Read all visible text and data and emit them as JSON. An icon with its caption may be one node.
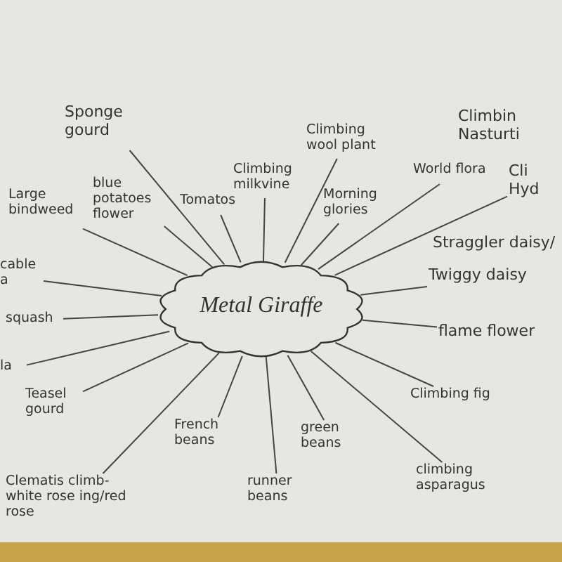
{
  "diagram": {
    "nodes": [
      {
        "text": [
          "Metal Giraffe"
        ]
      },
      {
        "text": [
          "Sponge gourd"
        ]
      },
      {
        "text": [
          "blue potatoes flower"
        ]
      },
      {
        "text": [
          "Large bindweed"
        ]
      },
      {
        "text": [
          "Tomatos"
        ]
      },
      {
        "text": [
          "Climbing milkvine"
        ]
      },
      {
        "text": [
          "Climbing wool plant"
        ]
      },
      {
        "text": [
          "Morning glories"
        ]
      },
      {
        "text": [
          "World flora"
        ]
      },
      {
        "text": [
          "Cli Hyd"
        ]
      },
      {
        "text": [
          "Twiggy daisy"
        ]
      },
      {
        "text": [
          "flame flower"
        ]
      },
      {
        "text": [
          "Climbing fig"
        ]
      },
      {
        "text": [
          "climbing asparagus"
        ]
      },
      {
        "text": [
          "green beans"
        ]
      },
      {
        "text": [
          "runner beans"
        ]
      },
      {
        "text": [
          "French beans"
        ]
      },
      {
        "text": [
          "Clematis climb-white rose ing/red rose"
        ]
      },
      {
        "text": [
          "Teasel gourd"
        ]
      },
      {
        "text": [
          "la"
        ]
      },
      {
        "text": [
          "squash"
        ]
      },
      {
        "text": [
          "cable a"
        ]
      }
    ],
    "edges": [
      {
        "from": 0,
        "to": 1,
        "arrow": "none"
      },
      {
        "from": 0,
        "to": 2,
        "arrow": "none"
      },
      {
        "from": 0,
        "to": 3,
        "arrow": "none"
      },
      {
        "from": 0,
        "to": 4,
        "arrow": "none"
      },
      {
        "from": 0,
        "to": 5,
        "arrow": "none"
      },
      {
        "from": 0,
        "to": 6,
        "arrow": "none"
      },
      {
        "from": 0,
        "to": 7,
        "arrow": "none"
      },
      {
        "from": 0,
        "to": 8,
        "arrow": "none"
      },
      {
        "from": 0,
        "to": 9,
        "arrow": "none"
      },
      {
        "from": 0,
        "to": 10,
        "arrow": "none"
      },
      {
        "from": 0,
        "to": 11,
        "arrow": "none"
      },
      {
        "from": 0,
        "to": 12,
        "arrow": "none"
      },
      {
        "from": 0,
        "to": 13,
        "arrow": "none"
      },
      {
        "from": 0,
        "to": 14,
        "arrow": "none"
      },
      {
        "from": 0,
        "to": 15,
        "arrow": "none"
      },
      {
        "from": 0,
        "to": 16,
        "arrow": "none"
      },
      {
        "from": 0,
        "to": 17,
        "arrow": "none"
      },
      {
        "from": 0,
        "to": 18,
        "arrow": "none"
      },
      {
        "from": 0,
        "to": 19,
        "arrow": "none"
      },
      {
        "from": 0,
        "to": 20,
        "arrow": "none"
      },
      {
        "from": 0,
        "to": 21,
        "arrow": "none"
      }
    ],
    "labels": [
      "Climbin Nasturti",
      "Straggler daisy/"
    ]
  }
}
